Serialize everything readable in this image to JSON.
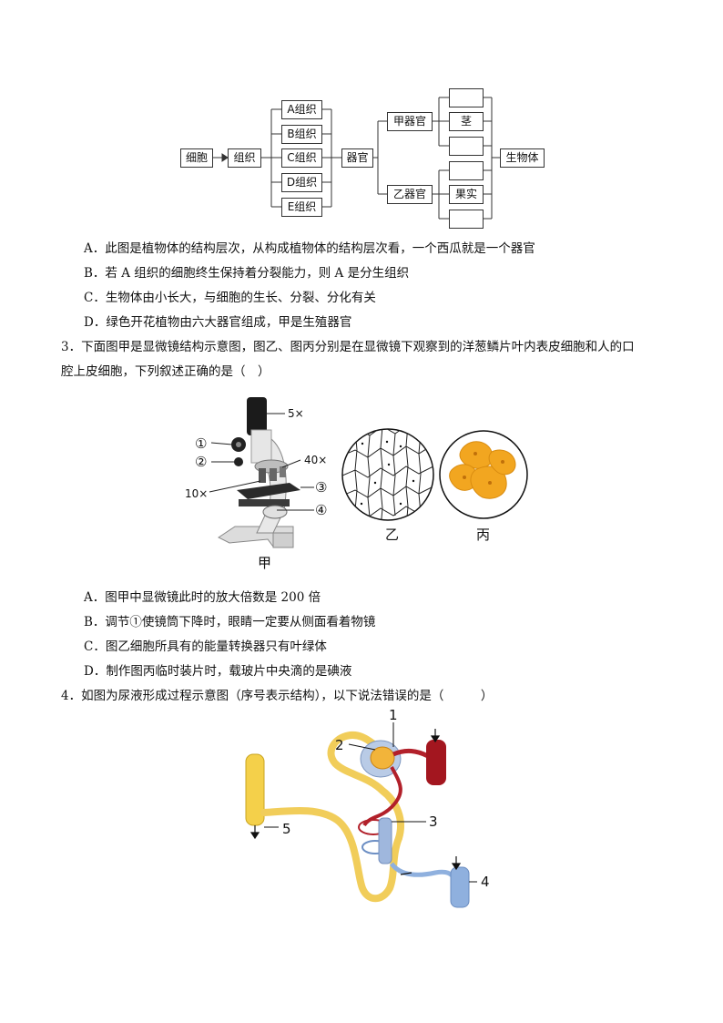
{
  "diagram1": {
    "cell": "细胞",
    "tissue": "组织",
    "tissues": [
      "A组织",
      "B组织",
      "C组织",
      "D组织",
      "E组织"
    ],
    "organ": "器官",
    "organ_jia": "甲器官",
    "organ_yi": "乙器官",
    "stem": "茎",
    "fruit": "果实",
    "organism": "生物体"
  },
  "q2_options": [
    "A．此图是植物体的结构层次，从构成植物体的结构层次看，一个西瓜就是一个器官",
    "B．若 A 组织的细胞终生保持着分裂能力，则 A 是分生组织",
    "C．生物体由小长大，与细胞的生长、分裂、分化有关",
    "D．绿色开花植物由六大器官组成，甲是生殖器官"
  ],
  "q3": {
    "stem_line1": "3．下面图甲是显微镜结构示意图，图乙、图丙分别是在显微镜下观察到的洋葱鳞片叶内表皮细胞和人的口",
    "stem_line2": "腔上皮细胞，下列叙述正确的是（　）",
    "labels": {
      "eyepiece": "5×",
      "objective": "40×",
      "objective_low": "10×",
      "n1": "①",
      "n2": "②",
      "n3": "③",
      "n4": "④",
      "jia": "甲",
      "yi": "乙",
      "bing": "丙"
    },
    "options": [
      "A．图甲中显微镜此时的放大倍数是 200 倍",
      "B．调节①使镜筒下降时，眼睛一定要从侧面看着物镜",
      "C．图乙细胞所具有的能量转换器只有叶绿体",
      "D．制作图丙临时装片时，载玻片中央滴的是碘液"
    ]
  },
  "q4": {
    "stem": "4．如图为尿液形成过程示意图（序号表示结构），以下说法错误的是（　　　）",
    "labels": [
      "1",
      "2",
      "3",
      "4",
      "5"
    ]
  }
}
